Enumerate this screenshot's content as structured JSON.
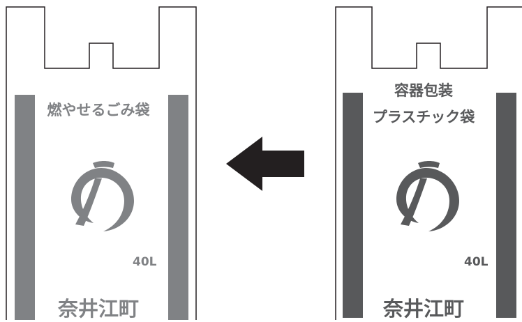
{
  "left_bag": {
    "title": "燃やせるごみ袋",
    "capacity": "40L",
    "town": "奈井江町",
    "color": "#808285"
  },
  "right_bag": {
    "title_line1": "容器包装",
    "title_line2": "プラスチック袋",
    "capacity": "40L",
    "town": "奈井江町",
    "color": "#58595b"
  },
  "arrow": {
    "direction": "left",
    "color": "#231f20"
  },
  "logo": {
    "icon": "naie-town-emblem-icon"
  }
}
